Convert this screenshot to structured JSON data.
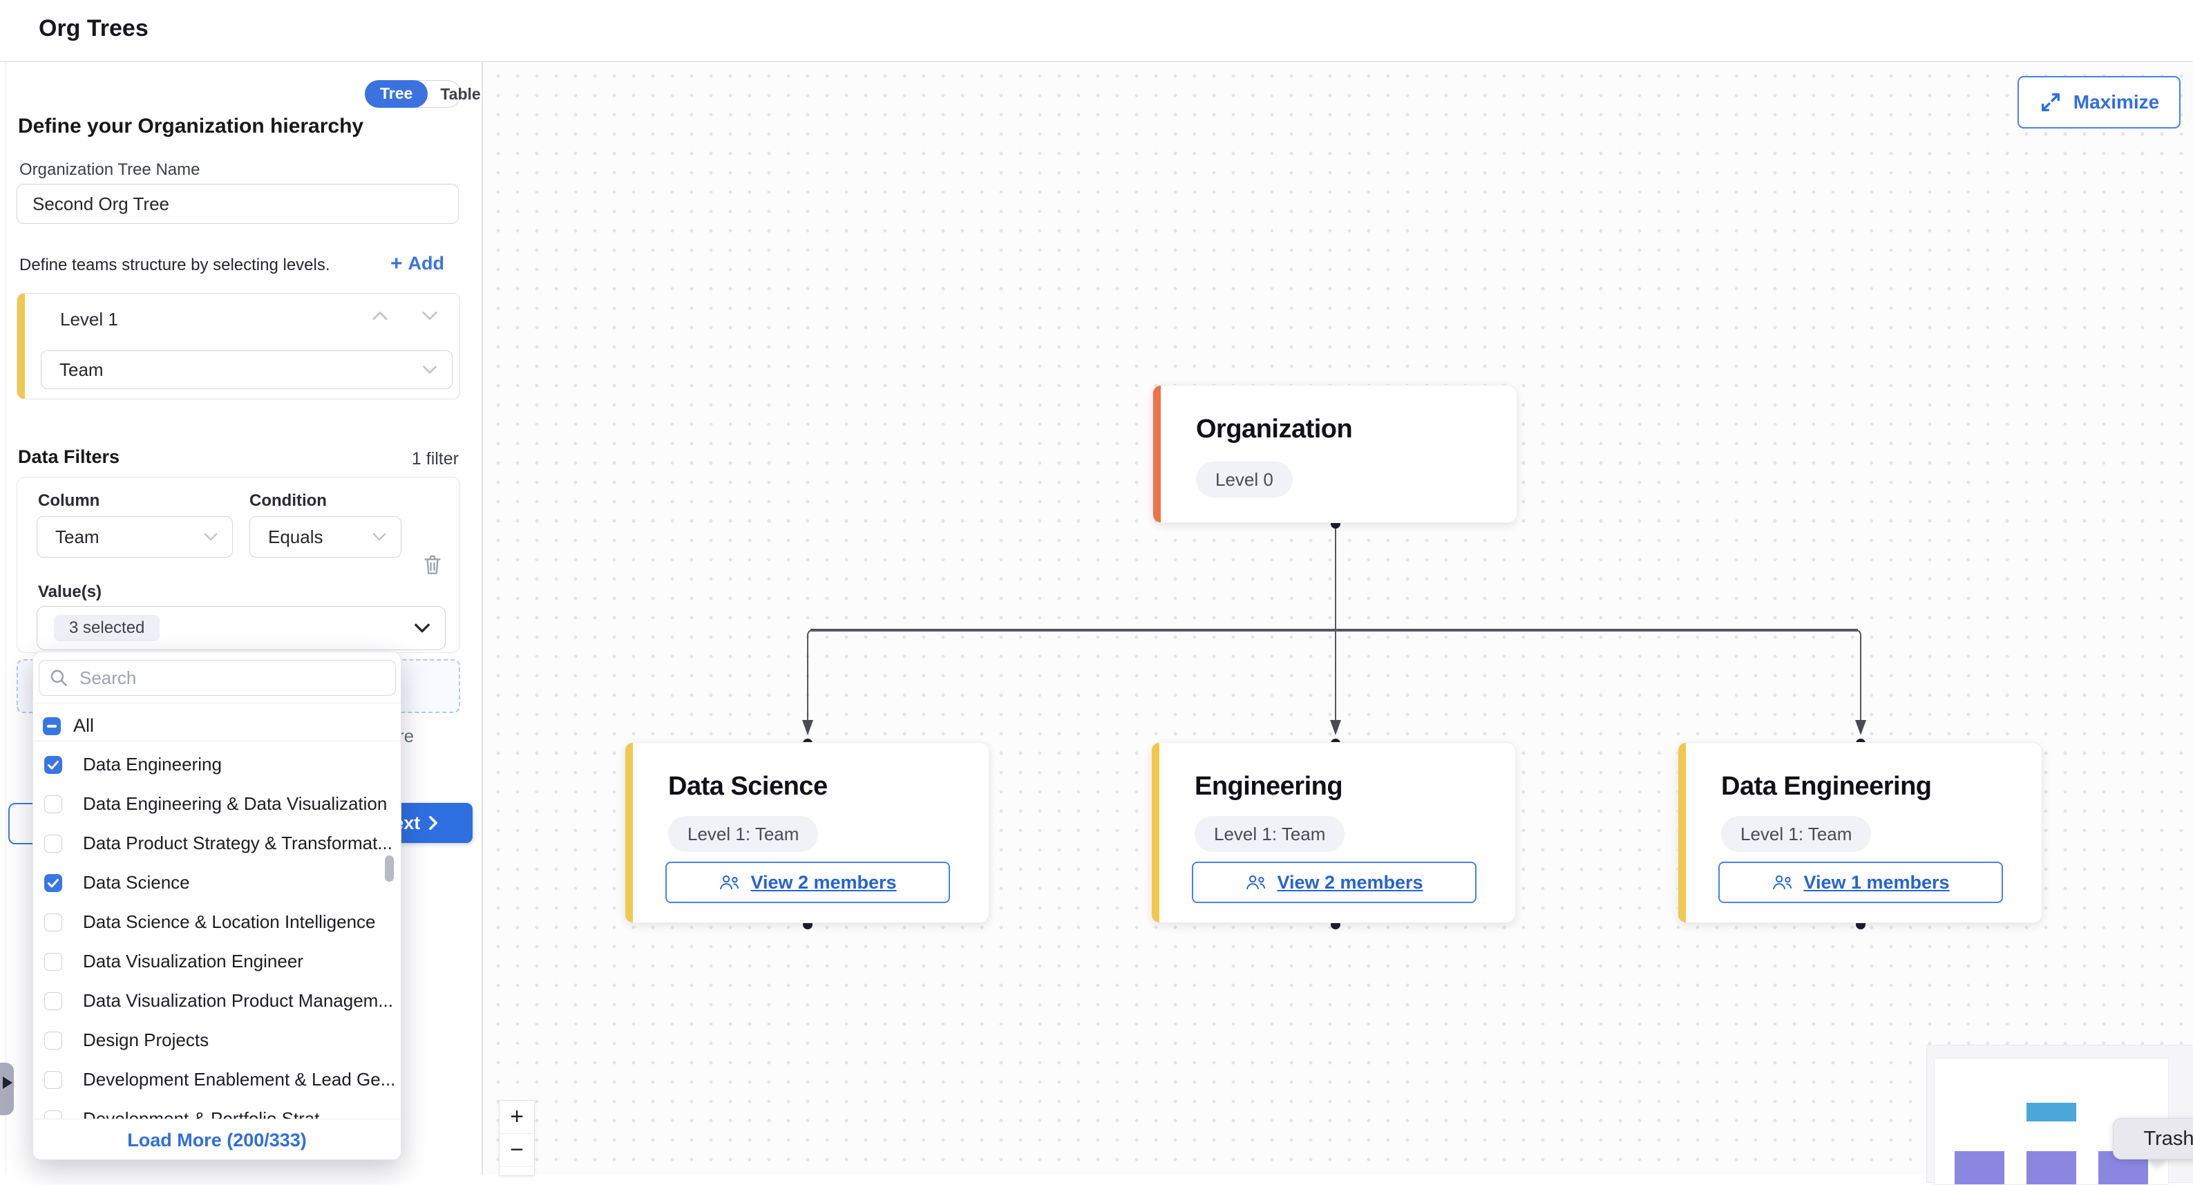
{
  "header": {
    "title": "Org Trees"
  },
  "sidebar": {
    "toggle": {
      "tree": "Tree",
      "table": "Table",
      "active": "Tree"
    },
    "heading": "Define your Organization hierarchy",
    "tree_name_label": "Organization Tree Name",
    "tree_name_value": "Second Org Tree",
    "levels_hint": "Define teams structure by selecting levels.",
    "add_label": "Add",
    "level_card": {
      "title": "Level 1",
      "selected": "Team"
    },
    "filters": {
      "heading": "Data Filters",
      "count": "1 filter",
      "column_label": "Column",
      "column_value": "Team",
      "condition_label": "Condition",
      "condition_value": "Equals",
      "values_label": "Value(s)",
      "values_value": "3 selected",
      "truncated_text": "re"
    },
    "next_label": "Next"
  },
  "dropdown": {
    "search_placeholder": "Search",
    "all_label": "All",
    "all_state": "indeterminate",
    "options": [
      {
        "label": "Data Engineering",
        "checked": true
      },
      {
        "label": "Data Engineering & Data Visualization",
        "checked": false
      },
      {
        "label": "Data Product Strategy & Transformat...",
        "checked": false
      },
      {
        "label": "Data Science",
        "checked": true
      },
      {
        "label": "Data Science & Location Intelligence",
        "checked": false
      },
      {
        "label": "Data Visualization Engineer",
        "checked": false
      },
      {
        "label": "Data Visualization Product Managem...",
        "checked": false
      },
      {
        "label": "Design Projects",
        "checked": false
      },
      {
        "label": "Development Enablement & Lead Ge...",
        "checked": false
      },
      {
        "label": "Development & Portfolio Strat...",
        "checked": false
      }
    ],
    "load_more": "Load More (200/333)"
  },
  "canvas": {
    "maximize": "Maximize",
    "root": {
      "title": "Organization",
      "badge": "Level 0"
    },
    "children": [
      {
        "title": "Data Science",
        "badge": "Level 1: Team",
        "members": "View 2 members"
      },
      {
        "title": "Engineering",
        "badge": "Level 1: Team",
        "members": "View 2 members"
      },
      {
        "title": "Data Engineering",
        "badge": "Level 1: Team",
        "members": "View 1 members"
      }
    ],
    "zoom_in": "+",
    "zoom_out": "−",
    "tooltip": "Trash"
  },
  "colors": {
    "accent_blue": "#2f6fe0",
    "root_bar_orange": "#ee7245",
    "child_bar_yellow": "#f1c84f",
    "edge_gray": "#56565e",
    "minimap_blue": "#4ba7d9",
    "minimap_purple": "#8b87e1"
  }
}
